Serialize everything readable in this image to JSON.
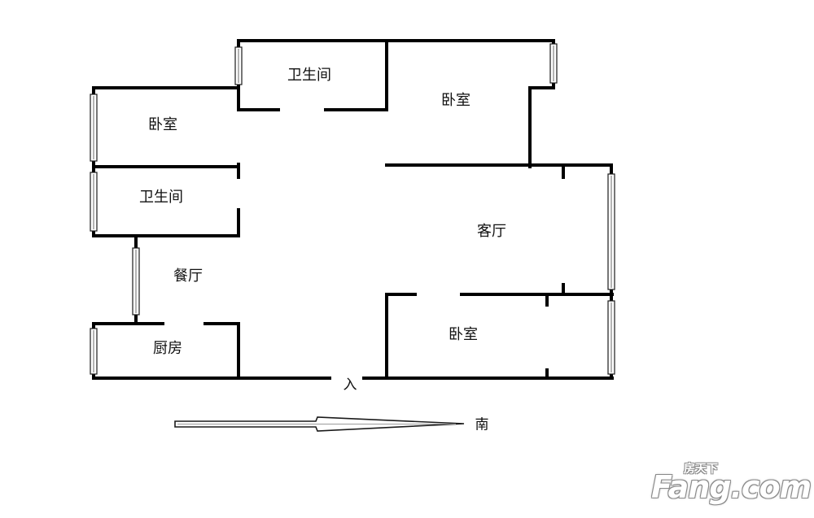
{
  "floorplan": {
    "rooms": {
      "bathroom_top": "卫生间",
      "bedroom_top_right": "卧室",
      "bedroom_left": "卧室",
      "bathroom_left": "卫生间",
      "living_room": "客厅",
      "dining_room": "餐厅",
      "kitchen": "厨房",
      "bedroom_bottom": "卧室"
    },
    "entrance_label": "入",
    "compass_label": "南"
  },
  "watermark": {
    "main": "Fang.com",
    "sub": "房天下"
  },
  "colors": {
    "wall": "#000000",
    "background": "#ffffff",
    "window_frame": "#1a1a1a"
  }
}
